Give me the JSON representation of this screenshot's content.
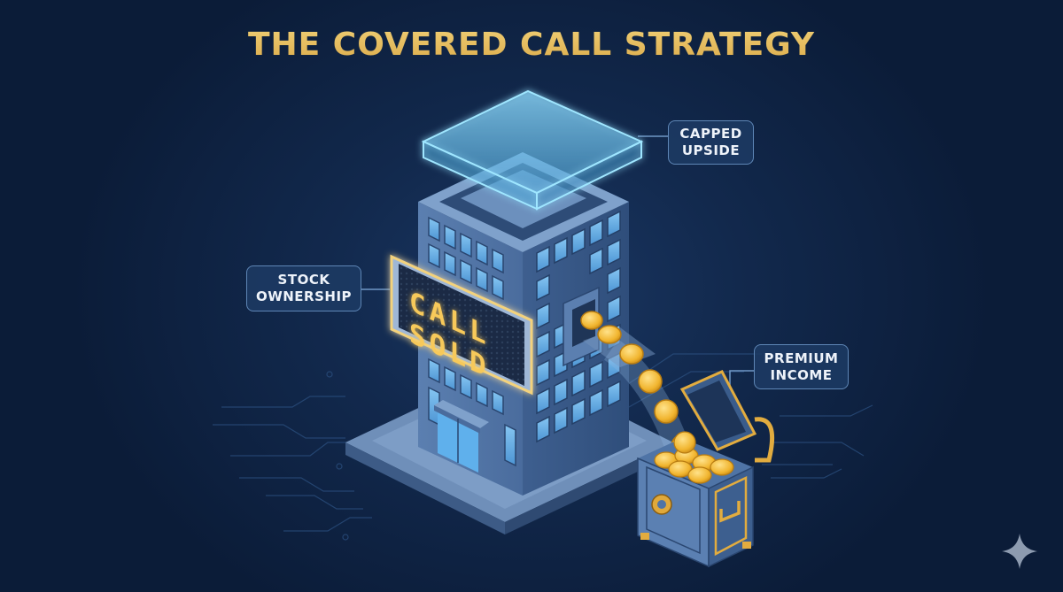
{
  "title": "THE COVERED CALL STRATEGY",
  "callouts": {
    "capped_upside": {
      "line1": "CAPPED",
      "line2": "UPSIDE"
    },
    "stock_ownership": {
      "line1": "STOCK",
      "line2": "OWNERSHIP"
    },
    "premium_income": {
      "line1": "PREMIUM",
      "line2": "INCOME"
    }
  },
  "sign": {
    "line1": "CALL",
    "line2": "SOLD"
  },
  "icons": {
    "building": "office-building-icon",
    "glass_cap": "glass-cap-icon",
    "coin_chute": "coin-chute-icon",
    "coins": "gold-coin-icon",
    "treasure_chest": "safe-chest-icon",
    "watermark": "sparkle-icon"
  },
  "colors": {
    "background": "#0b1c38",
    "title_gold": "#e7bd5a",
    "callout_border": "#5e86b6",
    "callout_fill": "#1c3a63",
    "glass_cyan": "#7fd3f5",
    "building_blue": "#4a6e9e",
    "window_blue": "#6fb3ea",
    "led_amber": "#f7c95a",
    "coin_gold": "#f3b933"
  }
}
